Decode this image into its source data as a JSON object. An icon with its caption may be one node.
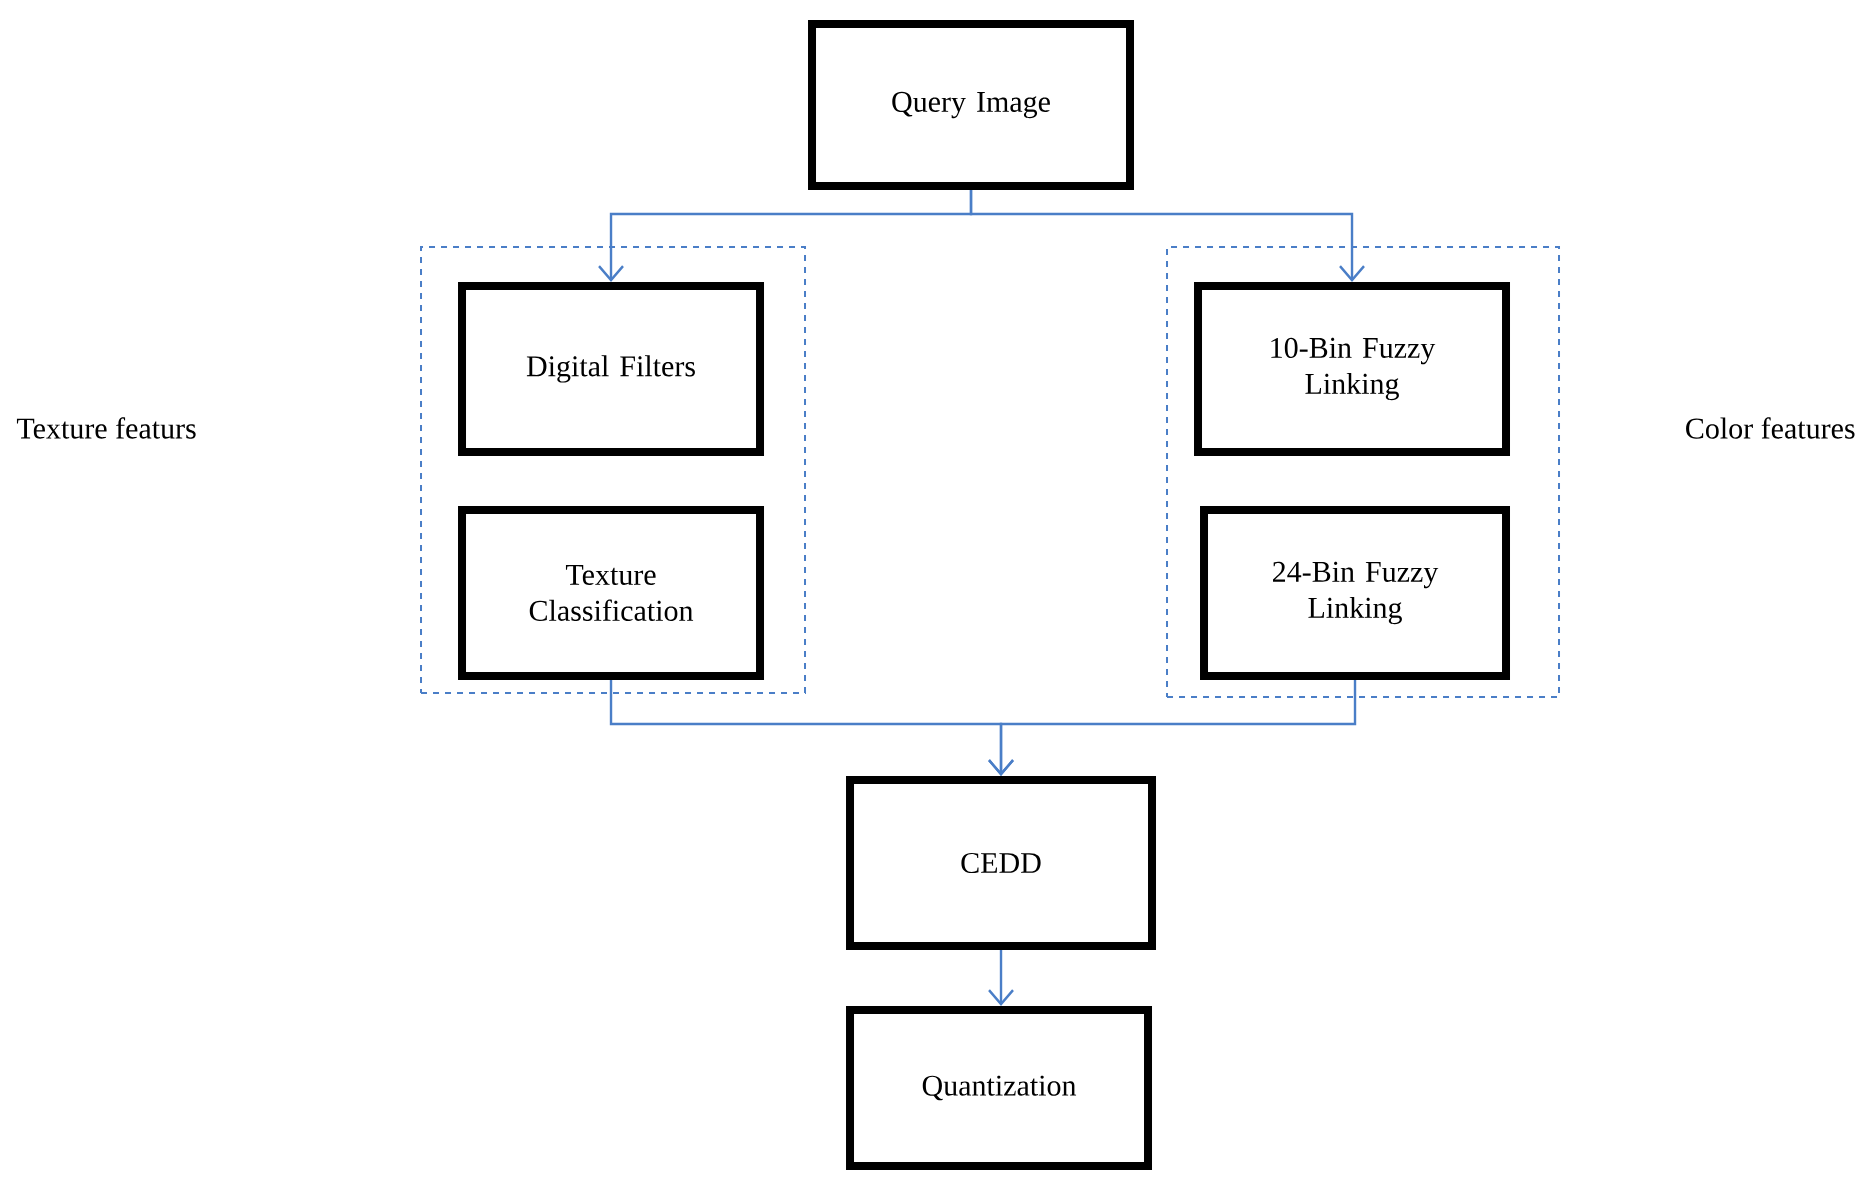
{
  "diagram": {
    "nodes": [
      {
        "text": [
          "Query Image"
        ]
      },
      {
        "text": [],
        "shape": "box"
      },
      {
        "text": [
          "Digital Filters"
        ],
        "in": 1
      },
      {
        "text": [
          "Texture Classification"
        ],
        "in": 1
      },
      {
        "text": [],
        "shape": "box"
      },
      {
        "text": [
          "10-Bin Fuzzy Linking"
        ],
        "in": 4
      },
      {
        "text": [
          "24-Bin Fuzzy Linking"
        ],
        "in": 4
      },
      {
        "text": [
          "CEDD"
        ]
      },
      {
        "text": [
          "Quantization"
        ]
      }
    ],
    "edges": [
      {
        "from": 0,
        "to": 2,
        "arrow": "to"
      },
      {
        "from": 0,
        "to": 5,
        "arrow": "to"
      },
      {
        "from": 3,
        "to": 7,
        "arrow": "to"
      },
      {
        "from": 6,
        "to": 7,
        "arrow": "to"
      },
      {
        "from": 7,
        "to": 8,
        "arrow": "to"
      }
    ],
    "labels": [
      "Texture featurs",
      "Color features"
    ]
  }
}
